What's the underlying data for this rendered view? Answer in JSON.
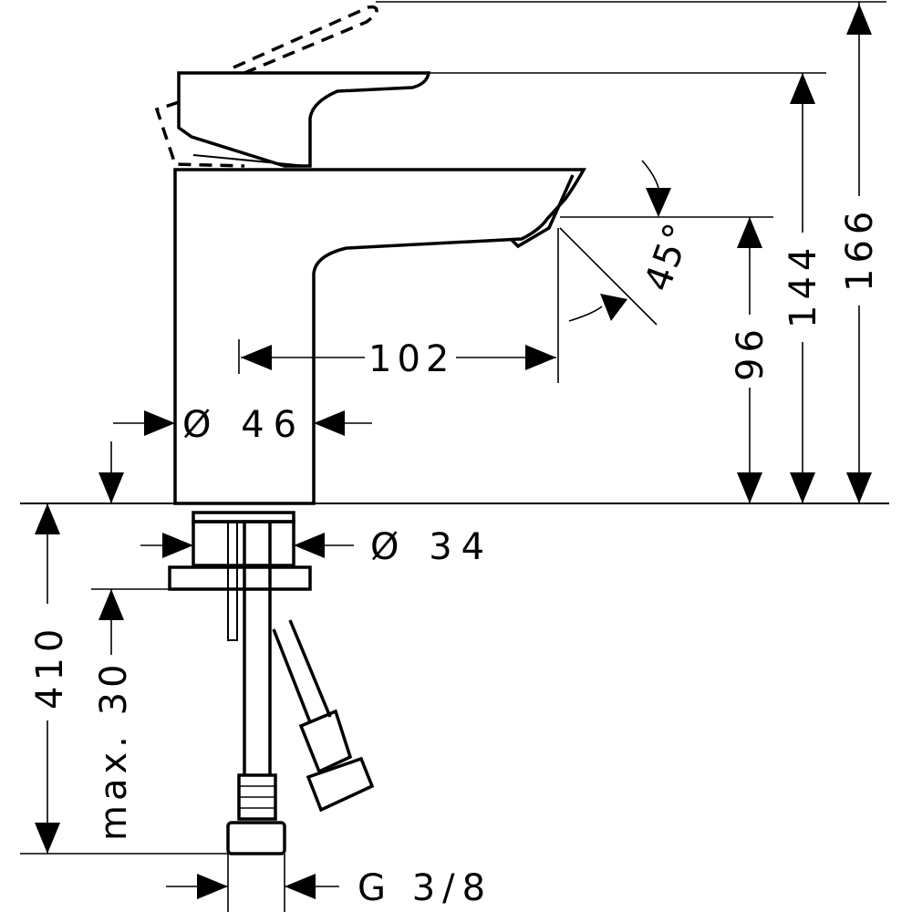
{
  "dimensions": {
    "spout_reach": "102",
    "body_diameter": "Ø 46",
    "shank_diameter": "Ø 34",
    "spout_height": "96",
    "lever_height": "144",
    "total_height": "166",
    "spout_angle": "45°",
    "hose_length": "410",
    "max_thickness": "max. 30",
    "connection_thread": "G 3/8"
  }
}
